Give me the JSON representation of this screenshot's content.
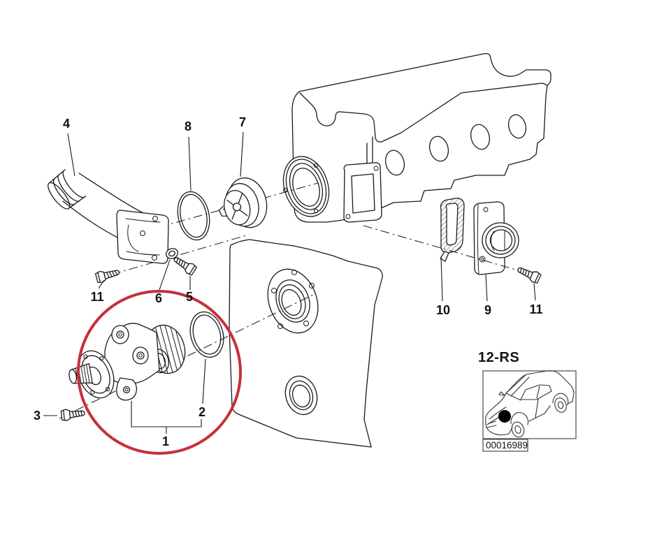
{
  "diagram": {
    "section_code": "12-RS",
    "image_code": "00016989",
    "callouts": [
      {
        "label": "4"
      },
      {
        "label": "8"
      },
      {
        "label": "7"
      },
      {
        "label": "11"
      },
      {
        "label": "6"
      },
      {
        "label": "5"
      },
      {
        "label": "3"
      },
      {
        "label": "2"
      },
      {
        "label": "1"
      },
      {
        "label": "10"
      },
      {
        "label": "9"
      },
      {
        "label": "11"
      }
    ],
    "colors": {
      "highlight": "#c5303a",
      "line": "#1a1a1a",
      "box_border": "#4a4a4a"
    }
  }
}
